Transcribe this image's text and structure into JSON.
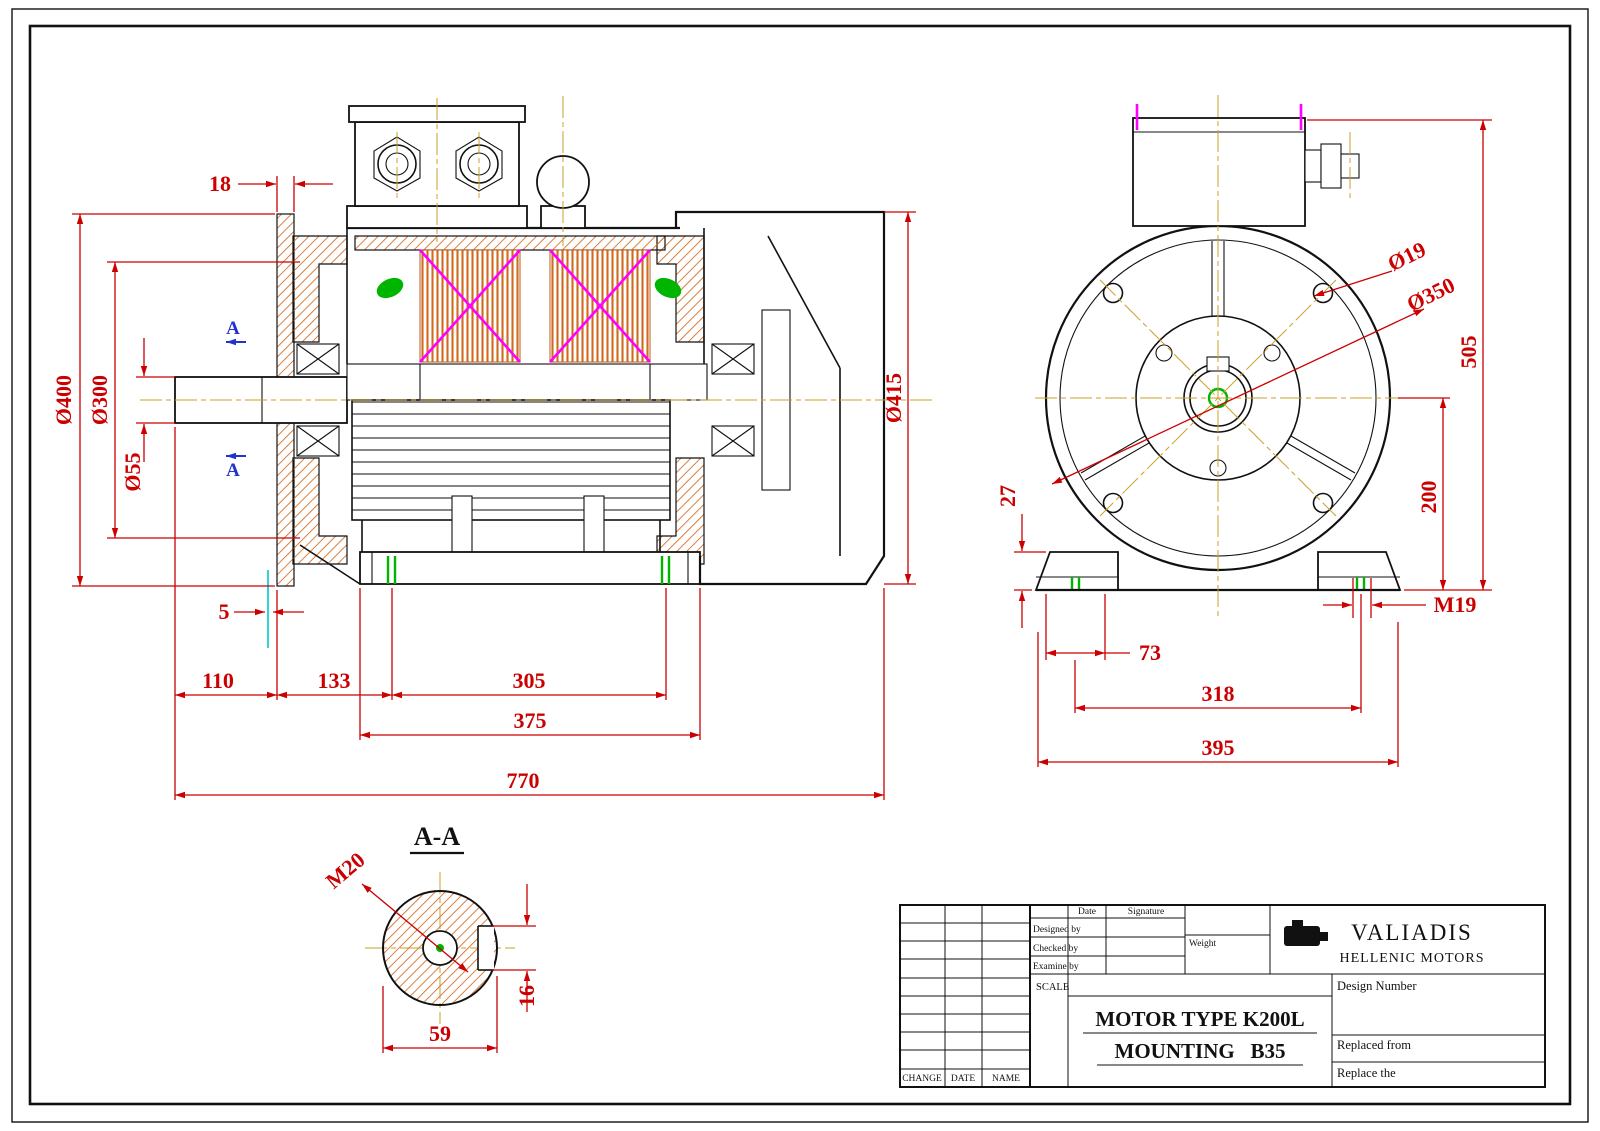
{
  "views": {
    "side": {
      "d18": "18",
      "d400": "Ø400",
      "d300": "Ø300",
      "d55": "Ø55",
      "d5": "5",
      "d110": "110",
      "d133": "133",
      "d305": "305",
      "d375": "375",
      "d770": "770",
      "d415": "Ø415",
      "marker": "A"
    },
    "front": {
      "d19": "Ø19",
      "d350": "Ø350",
      "d505": "505",
      "d200": "200",
      "d27": "27",
      "d73": "73",
      "m19": "M19",
      "d318": "318",
      "d395": "395"
    },
    "section": {
      "title": "A-A",
      "m20": "M20",
      "d16": "16",
      "d59": "59"
    }
  },
  "title_block": {
    "date": "Date",
    "signature": "Signature",
    "designed_by": "Designed by",
    "checked_by": "Checked by",
    "examine_by": "Examine by",
    "weight": "Weight",
    "scale": "SCALE",
    "company": "VALIADIS",
    "company_sub": "HELLENIC MOTORS",
    "design_number": "Design Number",
    "motor_type": "MOTOR TYPE K200L",
    "mounting": "MOUNTING   B35",
    "replaced_from": "Replaced from",
    "replace_the": "Replace the",
    "change": "CHANGE",
    "date_col": "DATE",
    "name": "NAME"
  },
  "colors": {
    "dimension": "#cc0000",
    "outline": "#111111",
    "hatch": "#d2691e",
    "winding": "#ff00ff",
    "accent_green": "#00b500",
    "marker_blue": "#2233cc",
    "centerline": "#c8a02a",
    "cyan": "#00c8c8"
  }
}
